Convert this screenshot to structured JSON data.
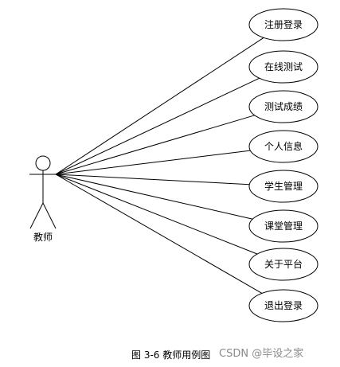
{
  "actor": {
    "label": "教师"
  },
  "use_cases": [
    {
      "label": "注册登录"
    },
    {
      "label": "在线测试"
    },
    {
      "label": "测试成绩"
    },
    {
      "label": "个人信息"
    },
    {
      "label": "学生管理"
    },
    {
      "label": "课堂管理"
    },
    {
      "label": "关于平台"
    },
    {
      "label": "退出登录"
    }
  ],
  "caption": "图 3-6 教师用例图",
  "watermark": "CSDN @毕设之家"
}
